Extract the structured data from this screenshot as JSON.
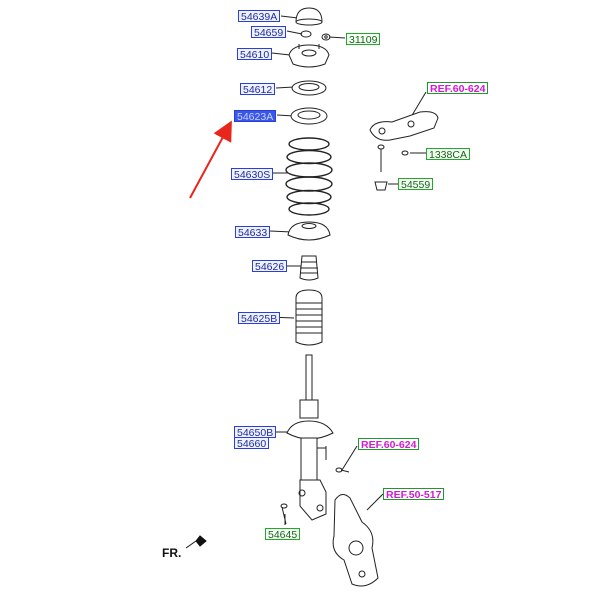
{
  "parts": {
    "p54639A": "54639A",
    "p54659": "54659",
    "p31109": "31109",
    "p54610": "54610",
    "p54612": "54612",
    "p54623A": "54623A",
    "p54630S": "54630S",
    "p54633": "54633",
    "p54626": "54626",
    "p54625B": "54625B",
    "p54650B": "54650B",
    "p54660": "54660",
    "p54645": "54645",
    "p1338CA": "1338CA",
    "p54559": "54559"
  },
  "refs": {
    "ref_top": "REF.60-624",
    "ref_mid": "REF.60-624",
    "ref_knuckle": "REF.50-517"
  },
  "direction_label": "FR.",
  "highlighted_part": "54623A",
  "colors": {
    "part_label_border": "#2a3fd6",
    "highlight_fill": "#3b57e8",
    "ref_text": "#d21ad2",
    "green_border": "#22a82a",
    "arrow": "#e8261c",
    "line_art": "#222222"
  }
}
